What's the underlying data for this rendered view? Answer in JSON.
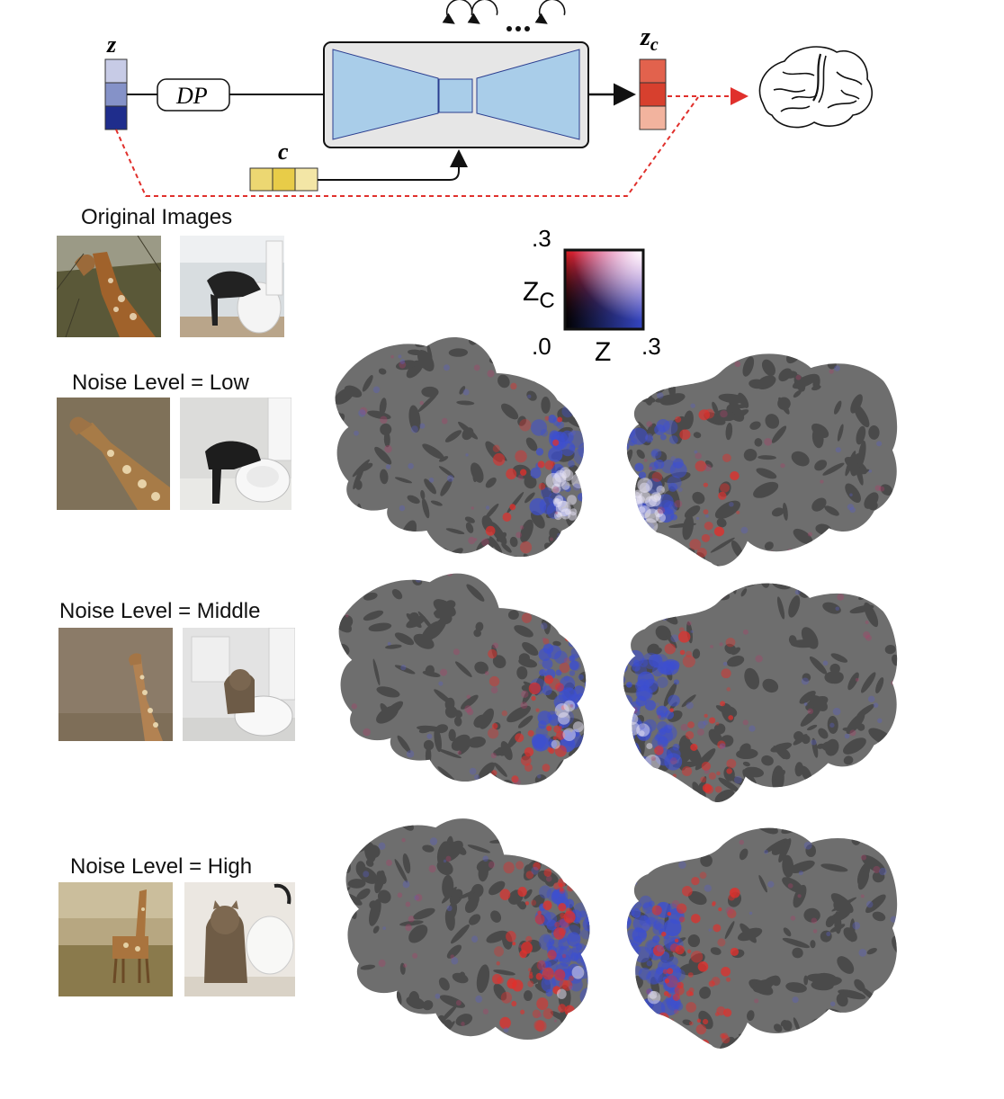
{
  "diagram": {
    "z_label": "z",
    "dp_label": "DP",
    "c_label": "c",
    "zc_label_main": "z",
    "zc_label_sub": "c"
  },
  "colorbar": {
    "top_value": ".3",
    "left_value": ".0",
    "right_value": ".3",
    "y_axis_label": "Z",
    "y_axis_sub": "C",
    "x_axis_label": "Z"
  },
  "rows": [
    {
      "title": "Original Images"
    },
    {
      "title": "Noise Level = Low"
    },
    {
      "title": "Noise Level = Middle"
    },
    {
      "title": "Noise Level = High"
    }
  ],
  "colors": {
    "z_blue": [
      "#c7cbe6",
      "#8592c8",
      "#1f2d8c"
    ],
    "zc_red": [
      "#e2624d",
      "#d7402e",
      "#f2b39e"
    ],
    "c_yellow": [
      "#ecd772",
      "#e8cc48",
      "#f3e6a6"
    ],
    "dashed_red": "#e0302c",
    "unet_fill": "#a9cde9",
    "flatmap_gray": "#6e6e6e",
    "flatmap_sulci": "#4a4a4a"
  }
}
